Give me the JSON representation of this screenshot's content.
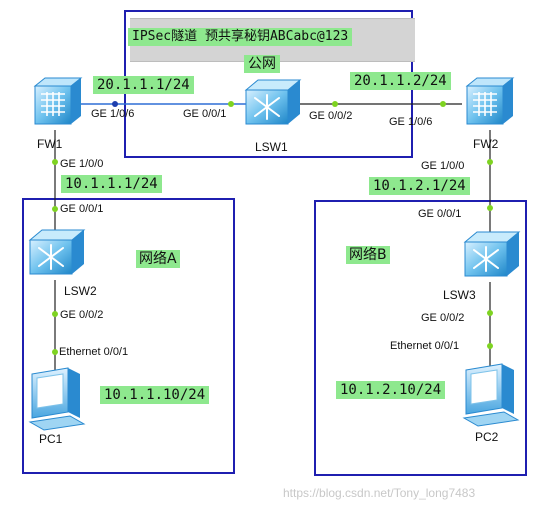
{
  "banner": {
    "ipsec_title": "IPSec隧道 预共享秘钥ABCabc@123",
    "public_net_label": "公网"
  },
  "devices": {
    "fw1": "FW1",
    "fw2": "FW2",
    "lsw1": "LSW1",
    "lsw2": "LSW2",
    "lsw3": "LSW3",
    "pc1": "PC1",
    "pc2": "PC2"
  },
  "ports": {
    "fw1_ge106": "GE 1/0/6",
    "fw1_ge100": "GE 1/0/0",
    "lsw1_ge001": "GE 0/0/1",
    "lsw1_ge002": "GE 0/0/2",
    "fw2_ge106": "GE 1/0/6",
    "fw2_ge100": "GE 1/0/0",
    "lsw2_ge001": "GE 0/0/1",
    "lsw2_ge002": "GE 0/0/2",
    "lsw3_ge001": "GE 0/0/1",
    "lsw3_ge002": "GE 0/0/2",
    "pc1_eth": "Ethernet 0/0/1",
    "pc2_eth": "Ethernet 0/0/1"
  },
  "addresses": {
    "fw1_public": "20.1.1.1/24",
    "fw2_public": "20.1.1.2/24",
    "fw1_inside": "10.1.1.1/24",
    "fw2_inside": "10.1.2.1/24",
    "pc1_ip": "10.1.1.10/24",
    "pc2_ip": "10.1.2.10/24"
  },
  "zones": {
    "network_a": "网络A",
    "network_b": "网络B"
  },
  "watermark": "https://blog.csdn.net/Tony_long7483",
  "colors": {
    "label_bg": "#8ee88e",
    "zone_border": "#1f1fb0",
    "link": "#222222",
    "highlight_link": "#2e6fd6",
    "port_dot": "#7ed321"
  }
}
